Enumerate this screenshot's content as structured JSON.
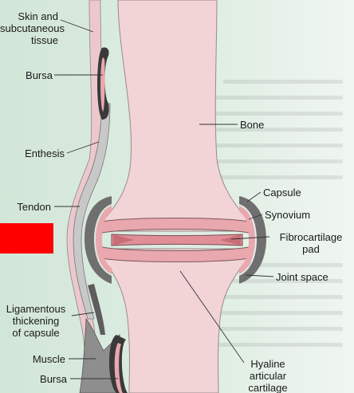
{
  "labels": {
    "skin": "Skin and\nsubcutaneous\ntissue",
    "bursa_top": "Bursa",
    "bone": "Bone",
    "enthesis": "Enthesis",
    "capsule": "Capsule",
    "tendon": "Tendon",
    "synovium": "Synovium",
    "fibro": "Fibrocartilage\npad",
    "joint_space": "Joint space",
    "ligamentous": "Ligamentous\nthickening\nof capsule",
    "muscle": "Muscle",
    "bursa_bottom": "Bursa",
    "hyaline": "Hyaline\narticular\ncartilage"
  },
  "colors": {
    "bone": "#f2d3d6",
    "cartilage": "#e9a7ae",
    "capsule": "#6f6f6f",
    "tendon": "#c8c8c8",
    "redaction": "#ff0000"
  }
}
